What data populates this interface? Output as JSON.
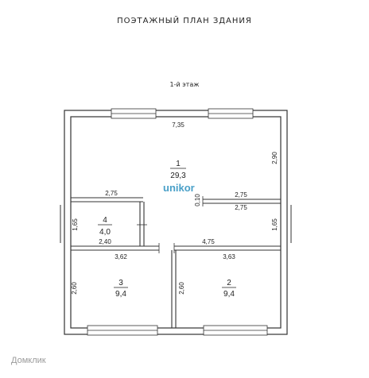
{
  "title": "ПОЭТАЖНЫЙ ПЛАН ЗДАНИЯ",
  "floor": "1-й этаж",
  "rooms": [
    {
      "number": "1",
      "area": "29,3"
    },
    {
      "number": "4",
      "area": "4,0"
    },
    {
      "number": "3",
      "area": "9,4"
    },
    {
      "number": "2",
      "area": "9,4"
    }
  ],
  "dims": {
    "top_width": "7,35",
    "right_height": "2,90",
    "left_mid": "2,75",
    "right_mid_upper": "2,75",
    "right_mid_lower": "2,75",
    "wall": "0,10",
    "left_small_height": "1,65",
    "right_small_height": "1,65",
    "room4_width": "2,40",
    "corridor": "4,75",
    "room3_width": "3,62",
    "room2_width": "3,63",
    "room3_height": "2,60",
    "room2_height": "2,60"
  },
  "watermark": "unikor",
  "footer": "Домклик"
}
